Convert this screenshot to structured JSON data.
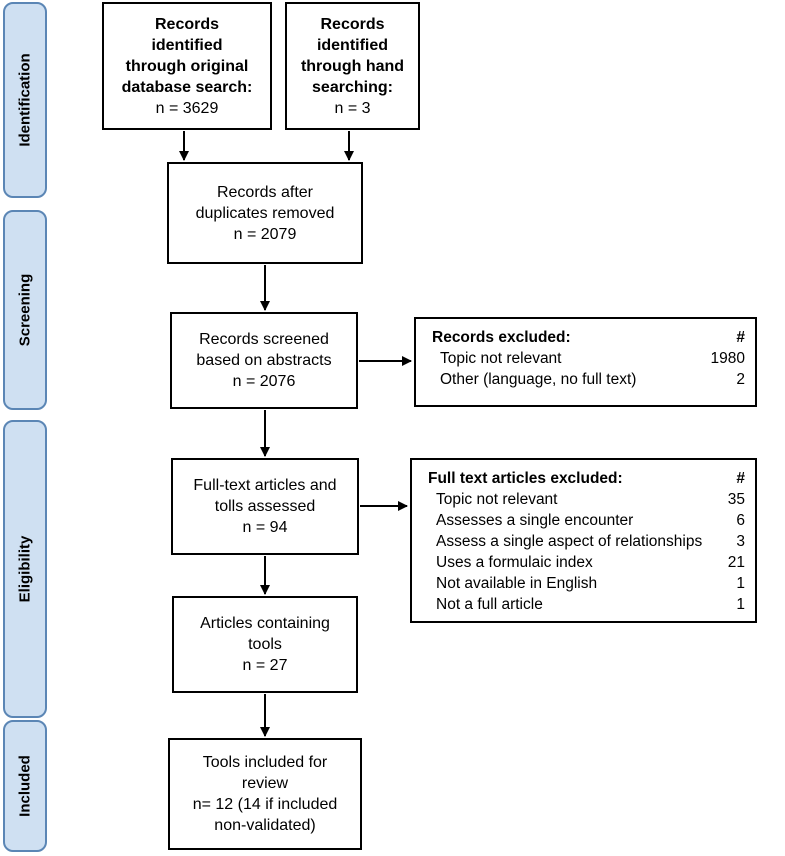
{
  "phases": {
    "identification": "Identification",
    "screening": "Screening",
    "eligibility": "Eligibility",
    "included": "Included"
  },
  "boxes": {
    "database_search": {
      "lines": [
        "Records",
        "identified",
        "through original",
        "database search:",
        "n = 3629"
      ]
    },
    "hand_searching": {
      "lines": [
        "Records",
        "identified",
        "through hand",
        "searching:",
        "n = 3"
      ]
    },
    "duplicates_removed": {
      "lines": [
        "Records after",
        "duplicates removed",
        "n = 2079"
      ]
    },
    "screened": {
      "lines": [
        "Records screened",
        "based on abstracts",
        "n = 2076"
      ]
    },
    "full_text_assessed": {
      "lines": [
        "Full-text articles and",
        "tolls assessed",
        "n = 94"
      ]
    },
    "containing_tools": {
      "lines": [
        "Articles containing",
        "tools",
        "n = 27"
      ]
    },
    "tools_included": {
      "lines": [
        "Tools included for",
        "review",
        "n= 12 (14 if included",
        "non-validated)"
      ]
    }
  },
  "records_excluded": {
    "title": "Records excluded:",
    "count_header": "#",
    "rows": [
      {
        "label": "Topic not relevant",
        "count": "1980"
      },
      {
        "label": "Other (language, no full text)",
        "count": "2"
      }
    ]
  },
  "fulltext_excluded": {
    "title": "Full text articles excluded:",
    "count_header": "#",
    "rows": [
      {
        "label": "Topic not relevant",
        "count": "35"
      },
      {
        "label": "Assesses a single encounter",
        "count": "6"
      },
      {
        "label": "Assess a single aspect of relationships",
        "count": "3"
      },
      {
        "label": "Uses a formulaic index",
        "count": "21"
      },
      {
        "label": "Not available in English",
        "count": "1"
      },
      {
        "label": "Not a full article",
        "count": "1"
      }
    ]
  }
}
